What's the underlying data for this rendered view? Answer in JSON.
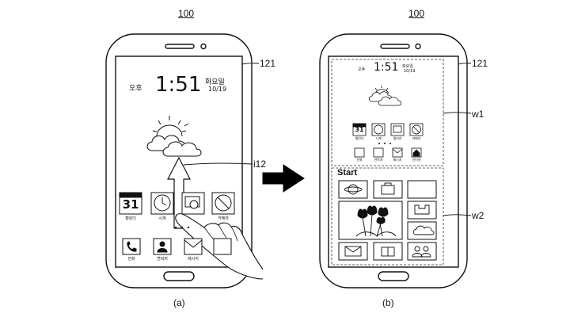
{
  "figure": {
    "ref_top_left": "100",
    "ref_top_right": "100",
    "caption_a": "(a)",
    "caption_b": "(b)"
  },
  "labels": {
    "screen": "121",
    "screen_b": "121",
    "gesture": "i12",
    "window1": "w1",
    "window2": "w2"
  },
  "phone_a": {
    "ampm": "오후",
    "time": "1:51",
    "weekday": "화요일",
    "date": "10/19",
    "calendar_number": "31",
    "apps_row1": [
      "캘린더",
      "시계",
      "",
      "카메라"
    ],
    "apps_row2": [
      "전화",
      "연락처",
      "메시지",
      ""
    ]
  },
  "phone_b": {
    "ampm": "오후",
    "time": "1:51",
    "weekday": "화요일",
    "date": "10/19",
    "calendar_number": "31",
    "start_label": "Start",
    "apps_row1": [
      "캘린더",
      "시계",
      "갤러리",
      "카메라"
    ],
    "apps_row2": [
      "전화",
      "연락처",
      "메시지",
      "인터넷"
    ]
  }
}
